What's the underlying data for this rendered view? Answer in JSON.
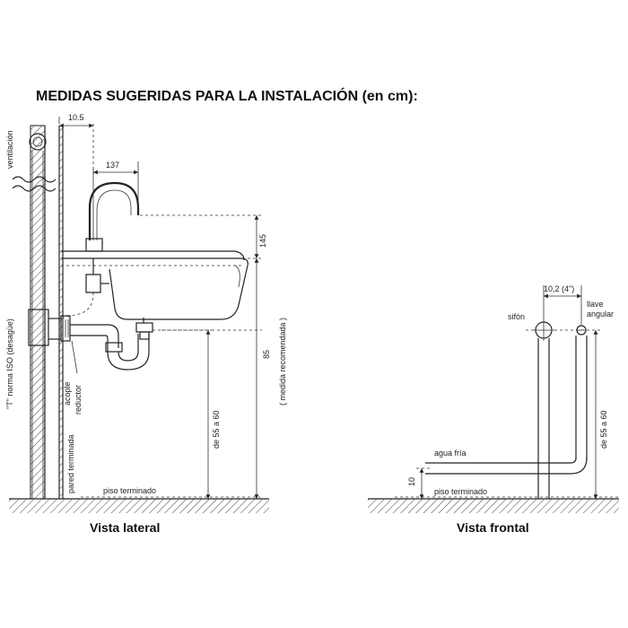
{
  "title": "MEDIDAS SUGERIDAS PARA LA INSTALACIÓN (en cm):",
  "lateral": {
    "caption": "Vista lateral",
    "dim_10_5": "10.5",
    "dim_137": "137",
    "dim_145": "145",
    "dim_85": "85",
    "dim_85_note": "( medida recomendada )",
    "dim_55_60": "de  55  a  60",
    "ventilacion": "ventilación",
    "t_iso": "\"T\"  norma ISO  (desagüe)",
    "acople": "acople",
    "reductor": "reductor",
    "pared": "pared terminada",
    "piso": "piso terminado"
  },
  "frontal": {
    "caption": "Vista frontal",
    "dim_10_2": "10,2  (4\")",
    "sifon": "sifón",
    "llave": "llave",
    "angular": "angular",
    "dim_55_60": "de  55  a  60",
    "agua_fria": "agua fría",
    "dim_10": "10",
    "piso": "piso terminado"
  }
}
